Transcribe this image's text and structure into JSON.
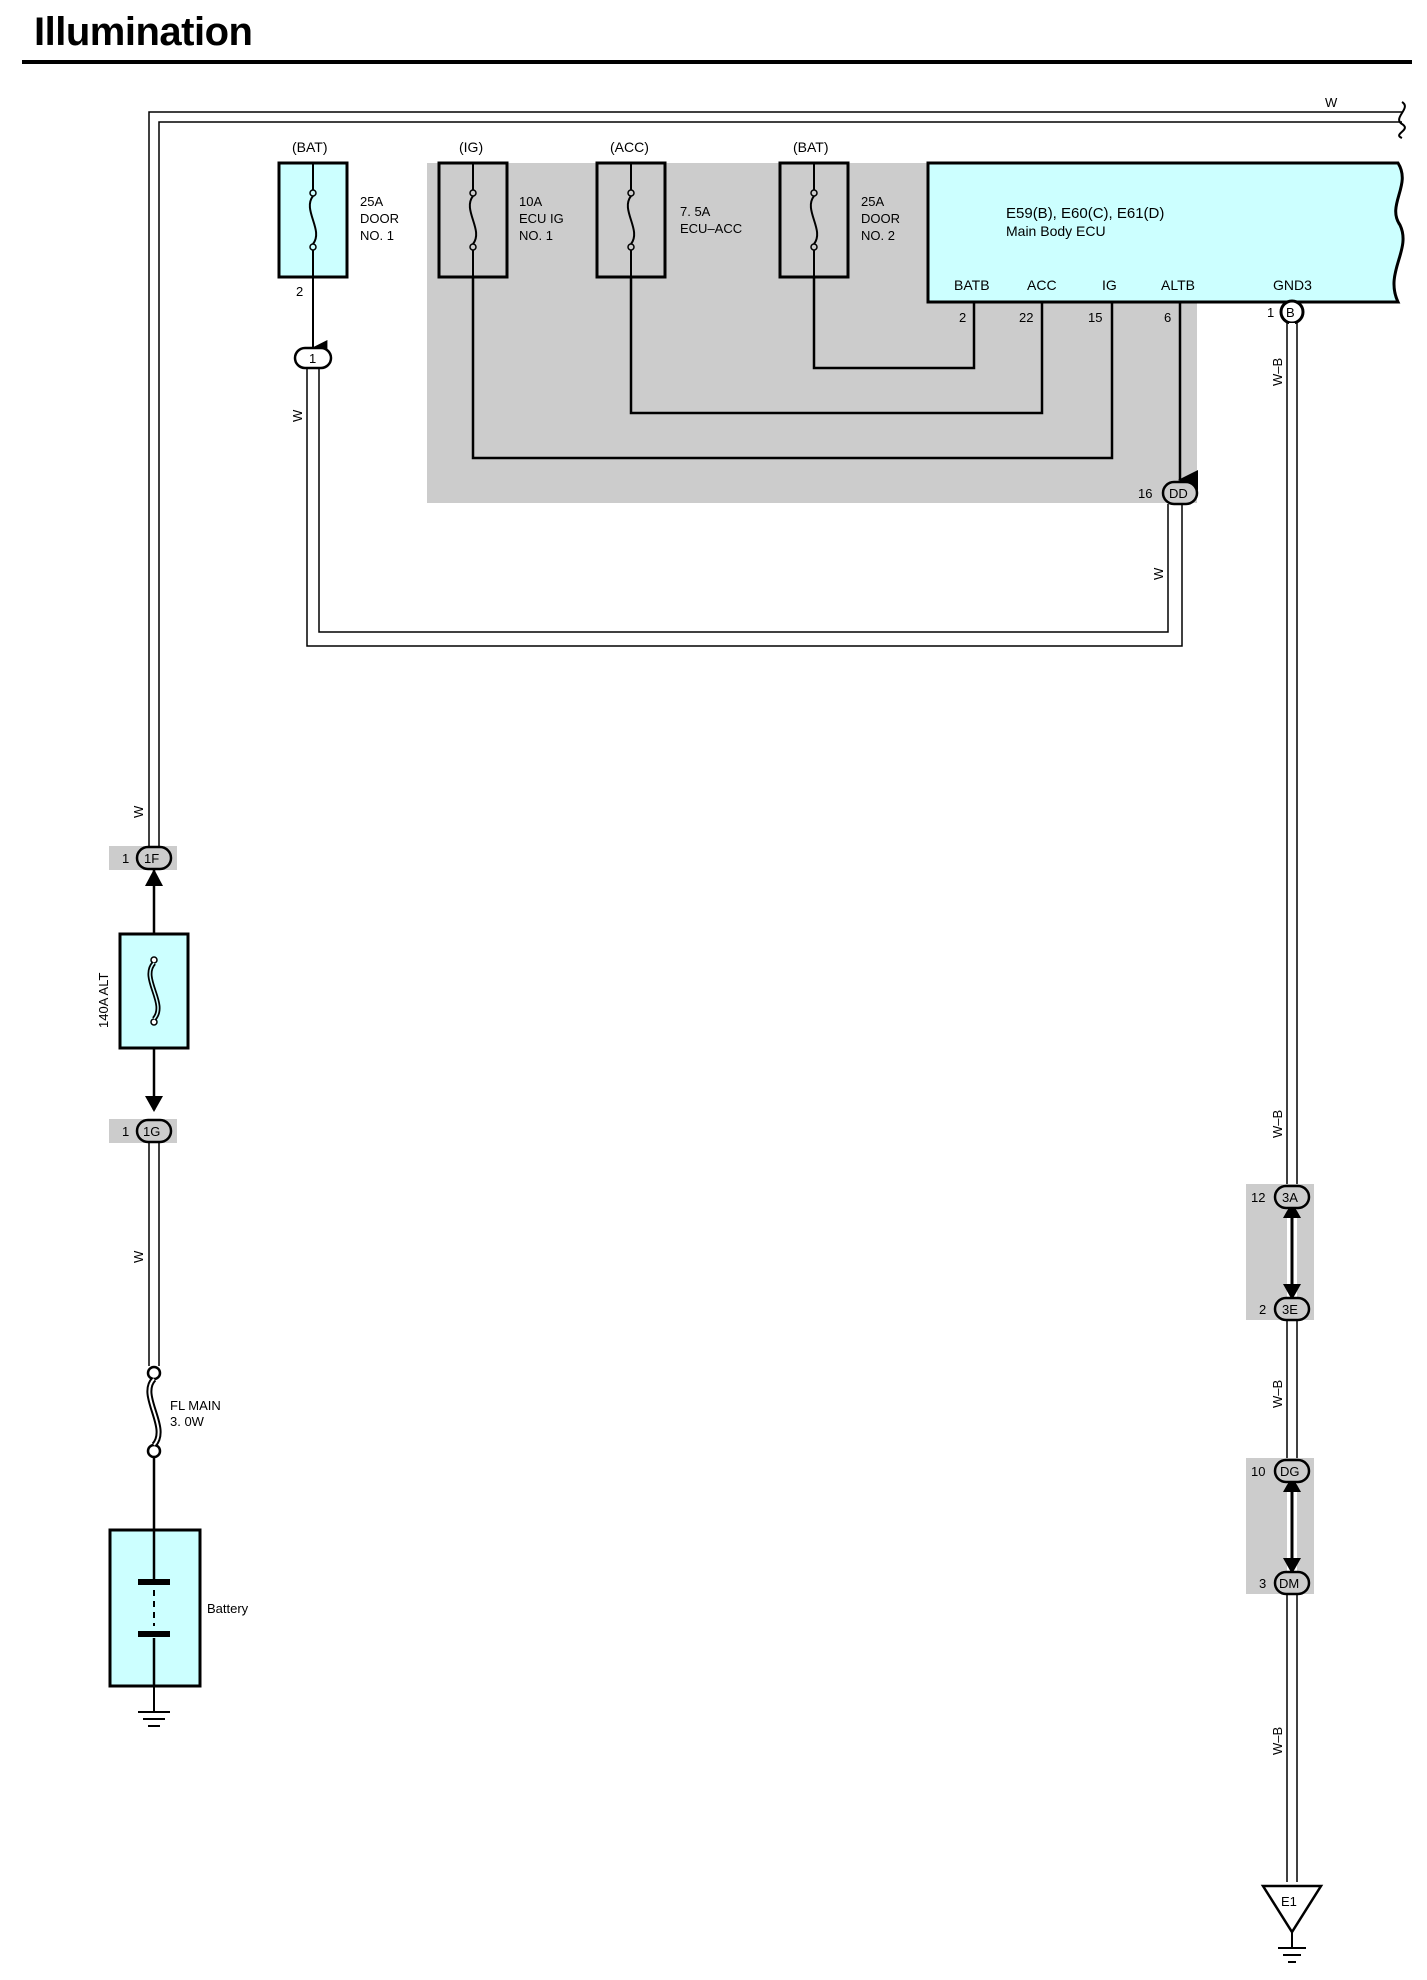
{
  "title": "Illumination",
  "colors": {
    "fill": "#ccffff",
    "shade": "#cccccc",
    "ink": "#000000"
  },
  "wire_colors": {
    "white": "W",
    "white_black": "W–B"
  },
  "fuses": [
    {
      "id": "fuse-door1",
      "source": "(BAT)",
      "rating": "25A",
      "name1": "DOOR",
      "name2": "NO. 1",
      "pin": "2"
    },
    {
      "id": "fuse-ecu-ig1",
      "source": "(IG)",
      "rating": "10A",
      "name1": "ECU IG",
      "name2": "NO. 1"
    },
    {
      "id": "fuse-ecu-acc",
      "source": "(ACC)",
      "rating": "7. 5A",
      "name1": "ECU–ACC",
      "name2": ""
    },
    {
      "id": "fuse-door2",
      "source": "(BAT)",
      "rating": "25A",
      "name1": "DOOR",
      "name2": "NO. 2"
    }
  ],
  "ecu": {
    "connectors": "E59(B), E60(C), E61(D)",
    "name": "Main Body ECU",
    "terminals": [
      {
        "name": "BATB",
        "pin": "2"
      },
      {
        "name": "ACC",
        "pin": "22"
      },
      {
        "name": "IG",
        "pin": "15"
      },
      {
        "name": "ALTB",
        "pin": "6"
      },
      {
        "name": "GND3",
        "pin": "1",
        "connector": "B"
      }
    ]
  },
  "connectors": {
    "junction": "1",
    "dd": {
      "pin": "16",
      "id": "DD"
    },
    "f1": {
      "pin": "1",
      "id": "1F"
    },
    "g1": {
      "pin": "1",
      "id": "1G"
    },
    "a3": {
      "pin": "12",
      "id": "3A"
    },
    "e3": {
      "pin": "2",
      "id": "3E"
    },
    "dg": {
      "pin": "10",
      "id": "DG"
    },
    "dm": {
      "pin": "3",
      "id": "DM"
    }
  },
  "alt_fuse": "140A ALT",
  "fusible_link": {
    "name": "FL MAIN",
    "rating": "3. 0W"
  },
  "battery": "Battery",
  "ground": "E1"
}
